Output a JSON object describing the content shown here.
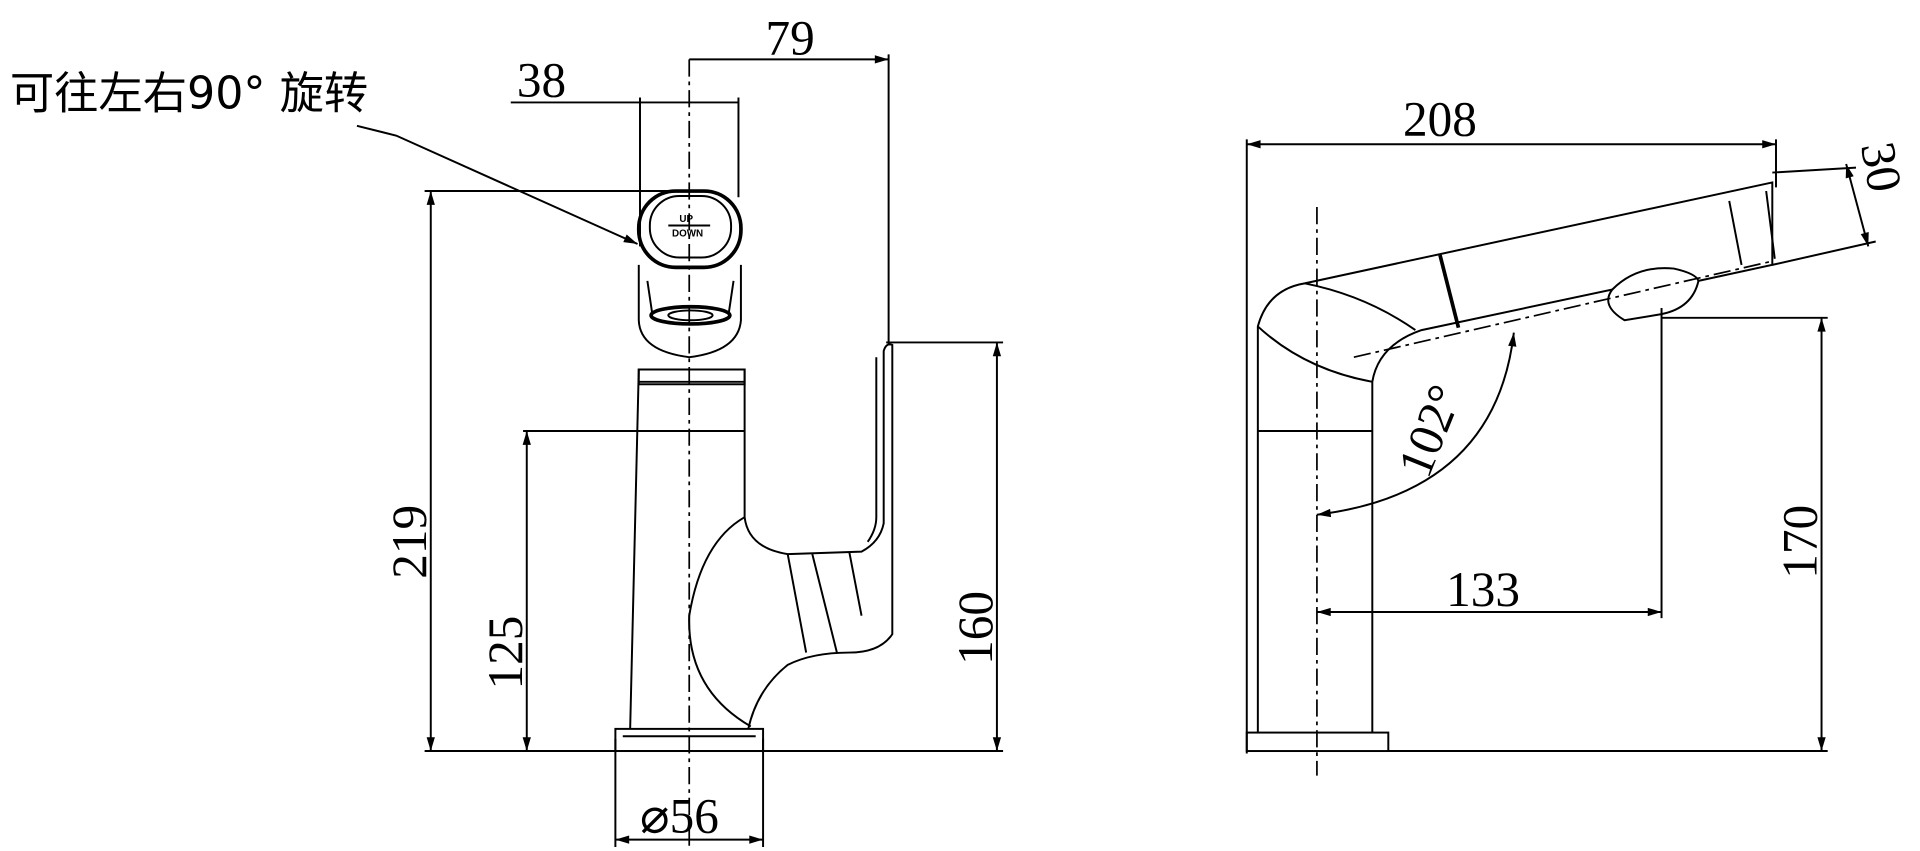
{
  "note": "可往左右90° 旋转",
  "button_label": {
    "up": "UP",
    "down": "DOWN"
  },
  "front_view": {
    "handle_width": "38",
    "spout_reach": "79",
    "total_height": "219",
    "body_height": "125",
    "handle_height": "160",
    "base_diameter": "⌀56"
  },
  "side_view": {
    "total_length": "208",
    "spout_diameter": "30",
    "spout_angle": "102°",
    "spout_reach": "133",
    "outlet_height": "170"
  }
}
